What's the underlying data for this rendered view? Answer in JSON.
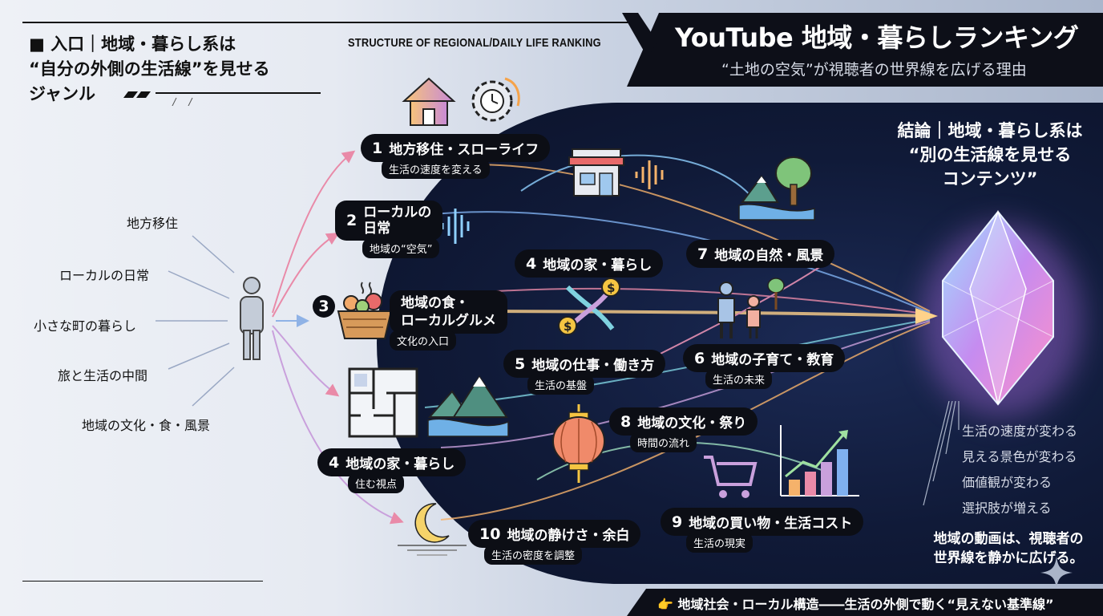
{
  "header": {
    "title": "YouTube 地域・暮らしランキング",
    "subtitle": "“土地の空気”が視聴者の世界線を広げる理由",
    "structure": "STRUCTURE OF REGIONAL/DAILY LIFE RANKING"
  },
  "intro": {
    "line1": "■ 入口｜地域・暮らし系は",
    "line2": "“自分の外側の生活線”を見せる",
    "line3": "ジャンル"
  },
  "left_labels": [
    "地方移住",
    "ローカルの日常",
    "小さな町の暮らし",
    "旅と生活の中間",
    "地域の文化・食・風景"
  ],
  "items": [
    {
      "num": "1",
      "title": "地方移住・スローライフ",
      "caption": "生活の速度を変える"
    },
    {
      "num": "2",
      "title_l1": "ローカルの",
      "title_l2": "日常",
      "caption": "地域の“空気”"
    },
    {
      "num": "3",
      "title_l1": "地域の食・",
      "title_l2": "ローカルグルメ",
      "caption": "文化の入口"
    },
    {
      "num": "4",
      "title": "地域の家・暮らし",
      "caption": "住む視点"
    },
    {
      "num": "4",
      "title": "地域の家・暮らし"
    },
    {
      "num": "5",
      "title": "地域の仕事・働き方",
      "caption": "生活の基盤"
    },
    {
      "num": "6",
      "title": "地域の子育て・教育",
      "caption": "生活の未来"
    },
    {
      "num": "7",
      "title": "地域の自然・風景"
    },
    {
      "num": "8",
      "title": "地域の文化・祭り",
      "caption": "時間の流れ"
    },
    {
      "num": "9",
      "title": "地域の買い物・生活コスト",
      "caption": "生活の現実"
    },
    {
      "num": "10",
      "title": "地域の静けさ・余白",
      "caption": "生活の密度を調整"
    }
  ],
  "conclusion": {
    "line1": "結論｜地域・暮らし系は",
    "line2": "“別の生活線を見せる",
    "line3": "コンテンツ”"
  },
  "effects": [
    "生活の速度が変わる",
    "見える景色が変わる",
    "価値観が変わる",
    "選択肢が増える"
  ],
  "closing": {
    "line1": "地域の動画は、視聴者の",
    "line2": "世界線を静かに広げる。"
  },
  "footer": "👉 地域社会・ローカル構造――生活の外側で動く“見えない基準線”",
  "colors": {
    "dark": "#0c0e15",
    "accent_blue": "#6f9de0",
    "accent_pink": "#e98aa8",
    "accent_orange": "#f5b26b"
  }
}
